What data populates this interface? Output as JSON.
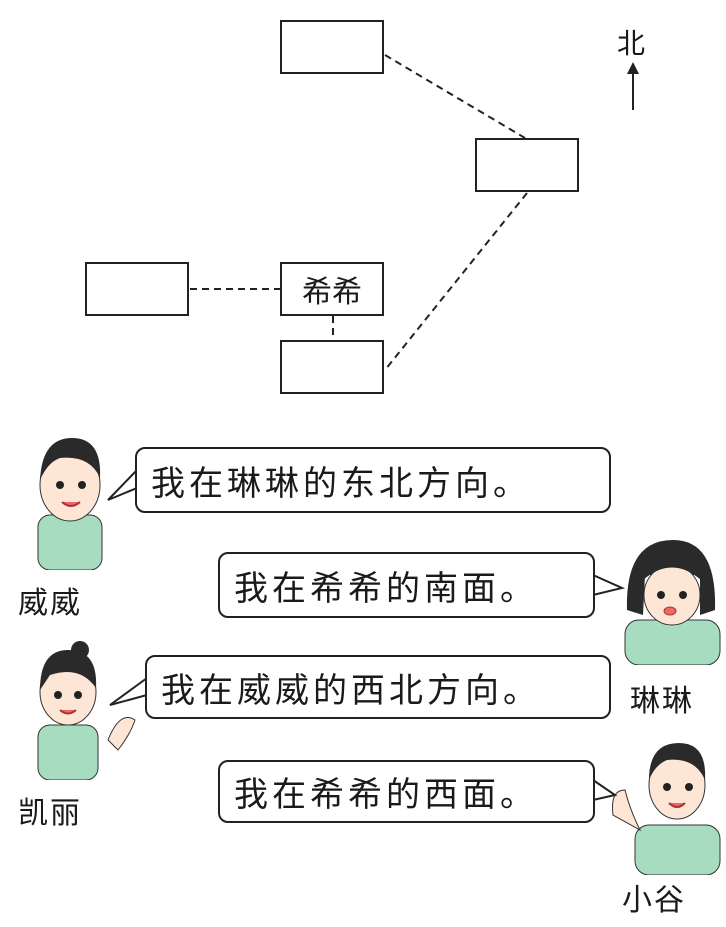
{
  "map": {
    "compass_label": "北",
    "boxes": [
      "",
      "",
      "",
      "希希",
      ""
    ]
  },
  "speeches": [
    {
      "speaker": "威威",
      "text": "我在琳琳的东北方向。"
    },
    {
      "speaker": "琳琳",
      "text": "我在希希的南面。"
    },
    {
      "speaker": "凯丽",
      "text": "我在威威的西北方向。"
    },
    {
      "speaker": "小谷",
      "text": "我在希希的西面。"
    }
  ],
  "colors": {
    "shirt": "#a8dcc0",
    "hair": "#2a2a2a",
    "skin": "#fde6d6"
  }
}
